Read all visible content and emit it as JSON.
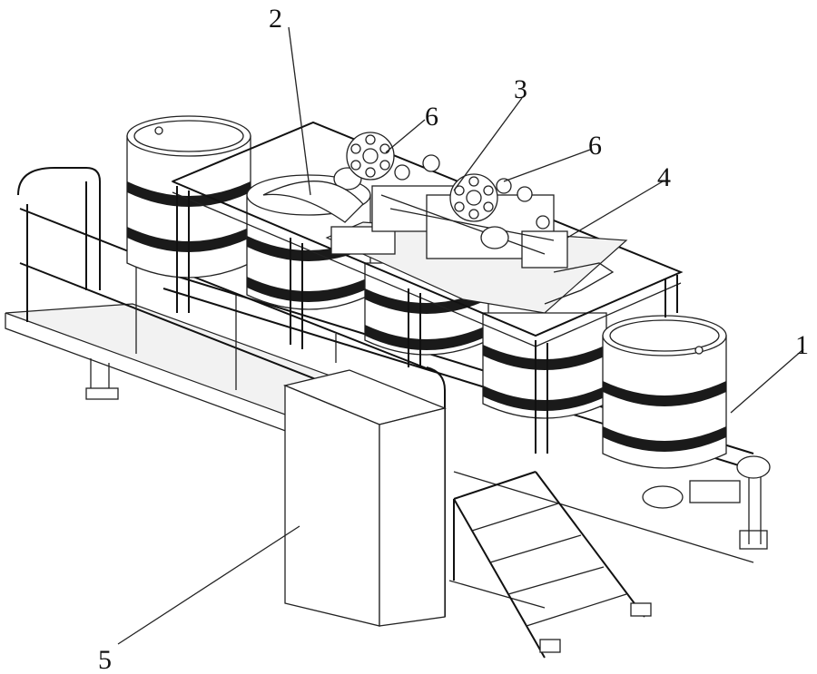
{
  "figure": {
    "labels": [
      {
        "id": "1",
        "text": "1"
      },
      {
        "id": "2",
        "text": "2"
      },
      {
        "id": "3",
        "text": "3"
      },
      {
        "id": "4",
        "text": "4"
      },
      {
        "id": "5",
        "text": "5"
      },
      {
        "id": "6a",
        "text": "6"
      },
      {
        "id": "6b",
        "text": "6"
      }
    ]
  }
}
